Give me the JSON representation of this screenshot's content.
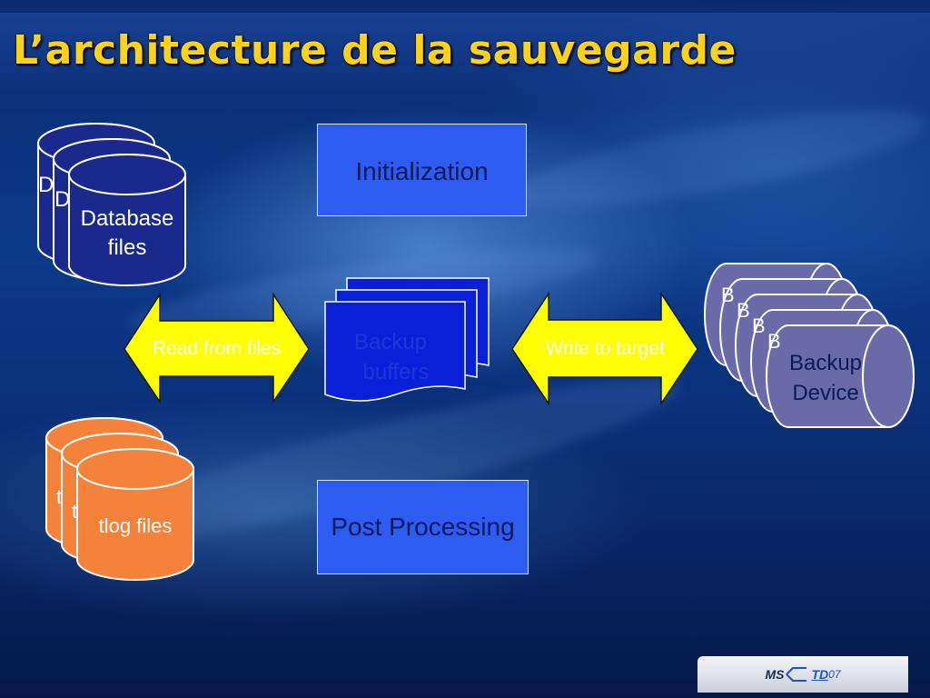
{
  "slide": {
    "title": "L’architecture de la sauvegarde"
  },
  "diagram": {
    "initialization": "Initialization",
    "post_processing": "Post Processing",
    "database_stack": {
      "back_letter_1": "D",
      "back_letter_2": "D",
      "front_label_line1": "Database",
      "front_label_line2": "files",
      "color": "#1a2a8c"
    },
    "tlog_stack": {
      "back_letter_1": "t",
      "back_letter_2": "t",
      "front_label": "tlog files",
      "color": "#f5823a"
    },
    "backup_buffers": {
      "line1": "Backup",
      "line2": "buffers",
      "color": "#0a1fd8"
    },
    "backup_device_stack": {
      "back_letter_1": "B",
      "back_letter_2": "B",
      "back_letter_3": "B",
      "back_letter_4": "B",
      "front_label_line1": "Backup",
      "front_label_line2": "Device",
      "color": "#6a6aa8"
    },
    "read_arrow": {
      "label": "Read from files",
      "color": "#ffff00"
    },
    "write_arrow": {
      "label": "Write to target",
      "color": "#ffff00"
    }
  },
  "footer": {
    "logo_ms": "MS",
    "logo_td": "TD",
    "logo_year": "07"
  }
}
